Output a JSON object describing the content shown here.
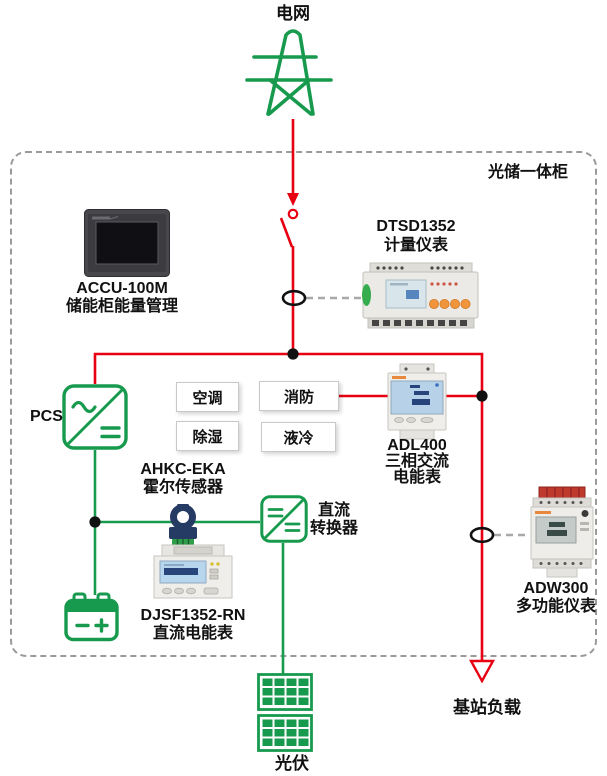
{
  "grid": {
    "label": "电网"
  },
  "cabinet": {
    "title": "光储一体柜"
  },
  "hmi": {
    "model": "ACCU-100M",
    "desc": "储能柜能量管理"
  },
  "dtsd": {
    "model": "DTSD1352",
    "desc": "计量仪表"
  },
  "pcs": {
    "label": "PCS"
  },
  "adl400": {
    "model": "ADL400",
    "desc1": "三相交流",
    "desc2": "电能表"
  },
  "ahkc": {
    "model": "AHKC-EKA",
    "desc": "霍尔传感器"
  },
  "dcdc": {
    "line1": "直流",
    "line2": "转换器"
  },
  "djsf": {
    "model": "DJSF1352-RN",
    "desc": "直流电能表"
  },
  "adw300": {
    "model": "ADW300",
    "desc": "多功能仪表"
  },
  "aux_boxes": [
    {
      "label": "空调"
    },
    {
      "label": "消防"
    },
    {
      "label": "除湿"
    },
    {
      "label": "液冷"
    }
  ],
  "pv": {
    "label": "光伏"
  },
  "load": {
    "label": "基站负载"
  },
  "colors": {
    "wire_red": "#e60012",
    "wire_green": "#179a4e",
    "ct_stroke": "#111111",
    "link_dash": "#a8a8a8",
    "border_dash": "#9a9a9a"
  }
}
